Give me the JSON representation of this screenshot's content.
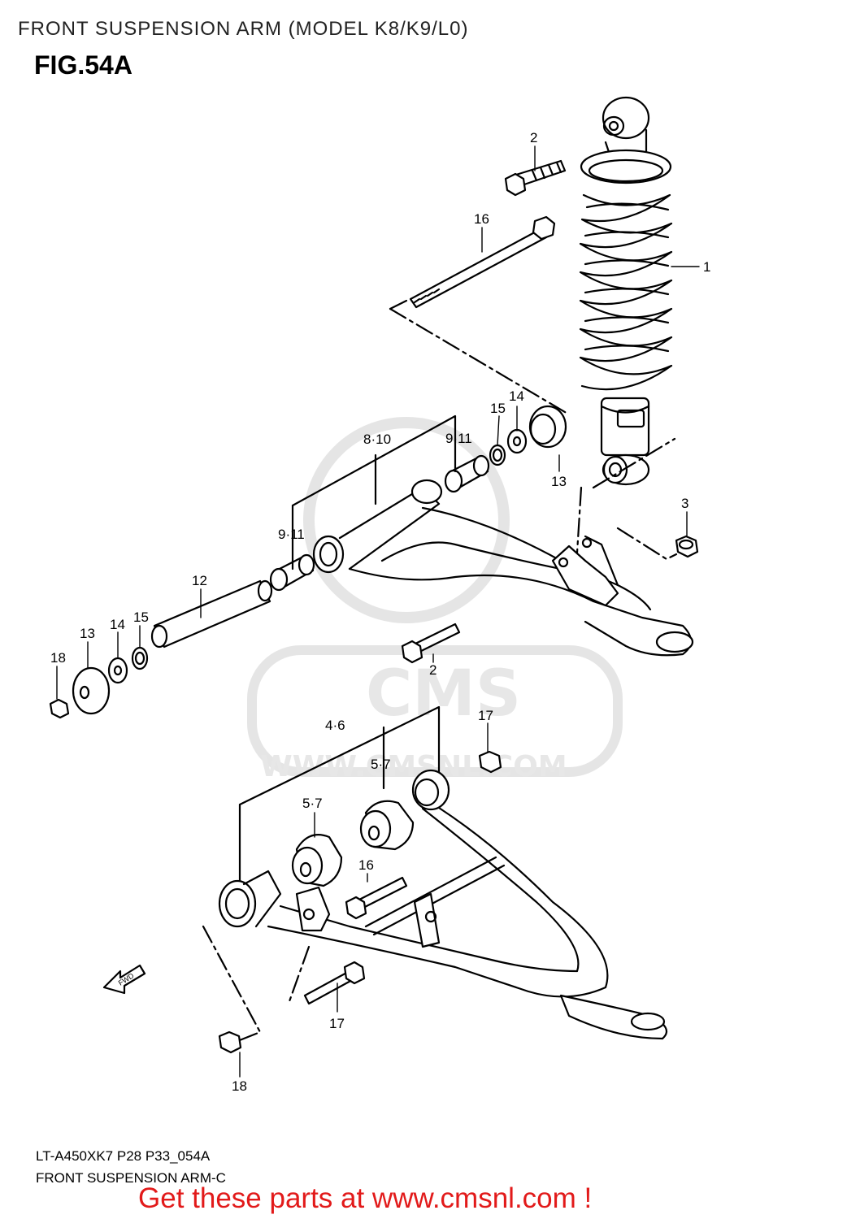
{
  "header": {
    "title": "FRONT SUSPENSION ARM (MODEL K8/K9/L0)",
    "figure": "FIG.54A"
  },
  "callouts": {
    "c1": "1",
    "c2a": "2",
    "c2b": "2",
    "c3": "3",
    "c46": "4·6",
    "c57a": "5·7",
    "c57b": "5·7",
    "c810": "8·10",
    "c911a": "9·11",
    "c911b": "9·11",
    "c12": "12",
    "c13a": "13",
    "c13b": "13",
    "c14a": "14",
    "c14b": "14",
    "c15a": "15",
    "c15b": "15",
    "c16a": "16",
    "c16b": "16",
    "c17a": "17",
    "c17b": "17",
    "c18a": "18",
    "c18b": "18"
  },
  "fwd_badge": "FWD",
  "watermark": {
    "brand": "CMS",
    "url": "WWW.CMSNL.COM"
  },
  "footer": {
    "ref_code": "LT-A450XK7 P28 P33_054A",
    "caption": "FRONT SUSPENSION ARM-C",
    "cta": "Get these parts at www.cmsnl.com !"
  },
  "colors": {
    "cta": "#e21a1a",
    "line": "#000000",
    "watermark": "#d9d9d9"
  }
}
